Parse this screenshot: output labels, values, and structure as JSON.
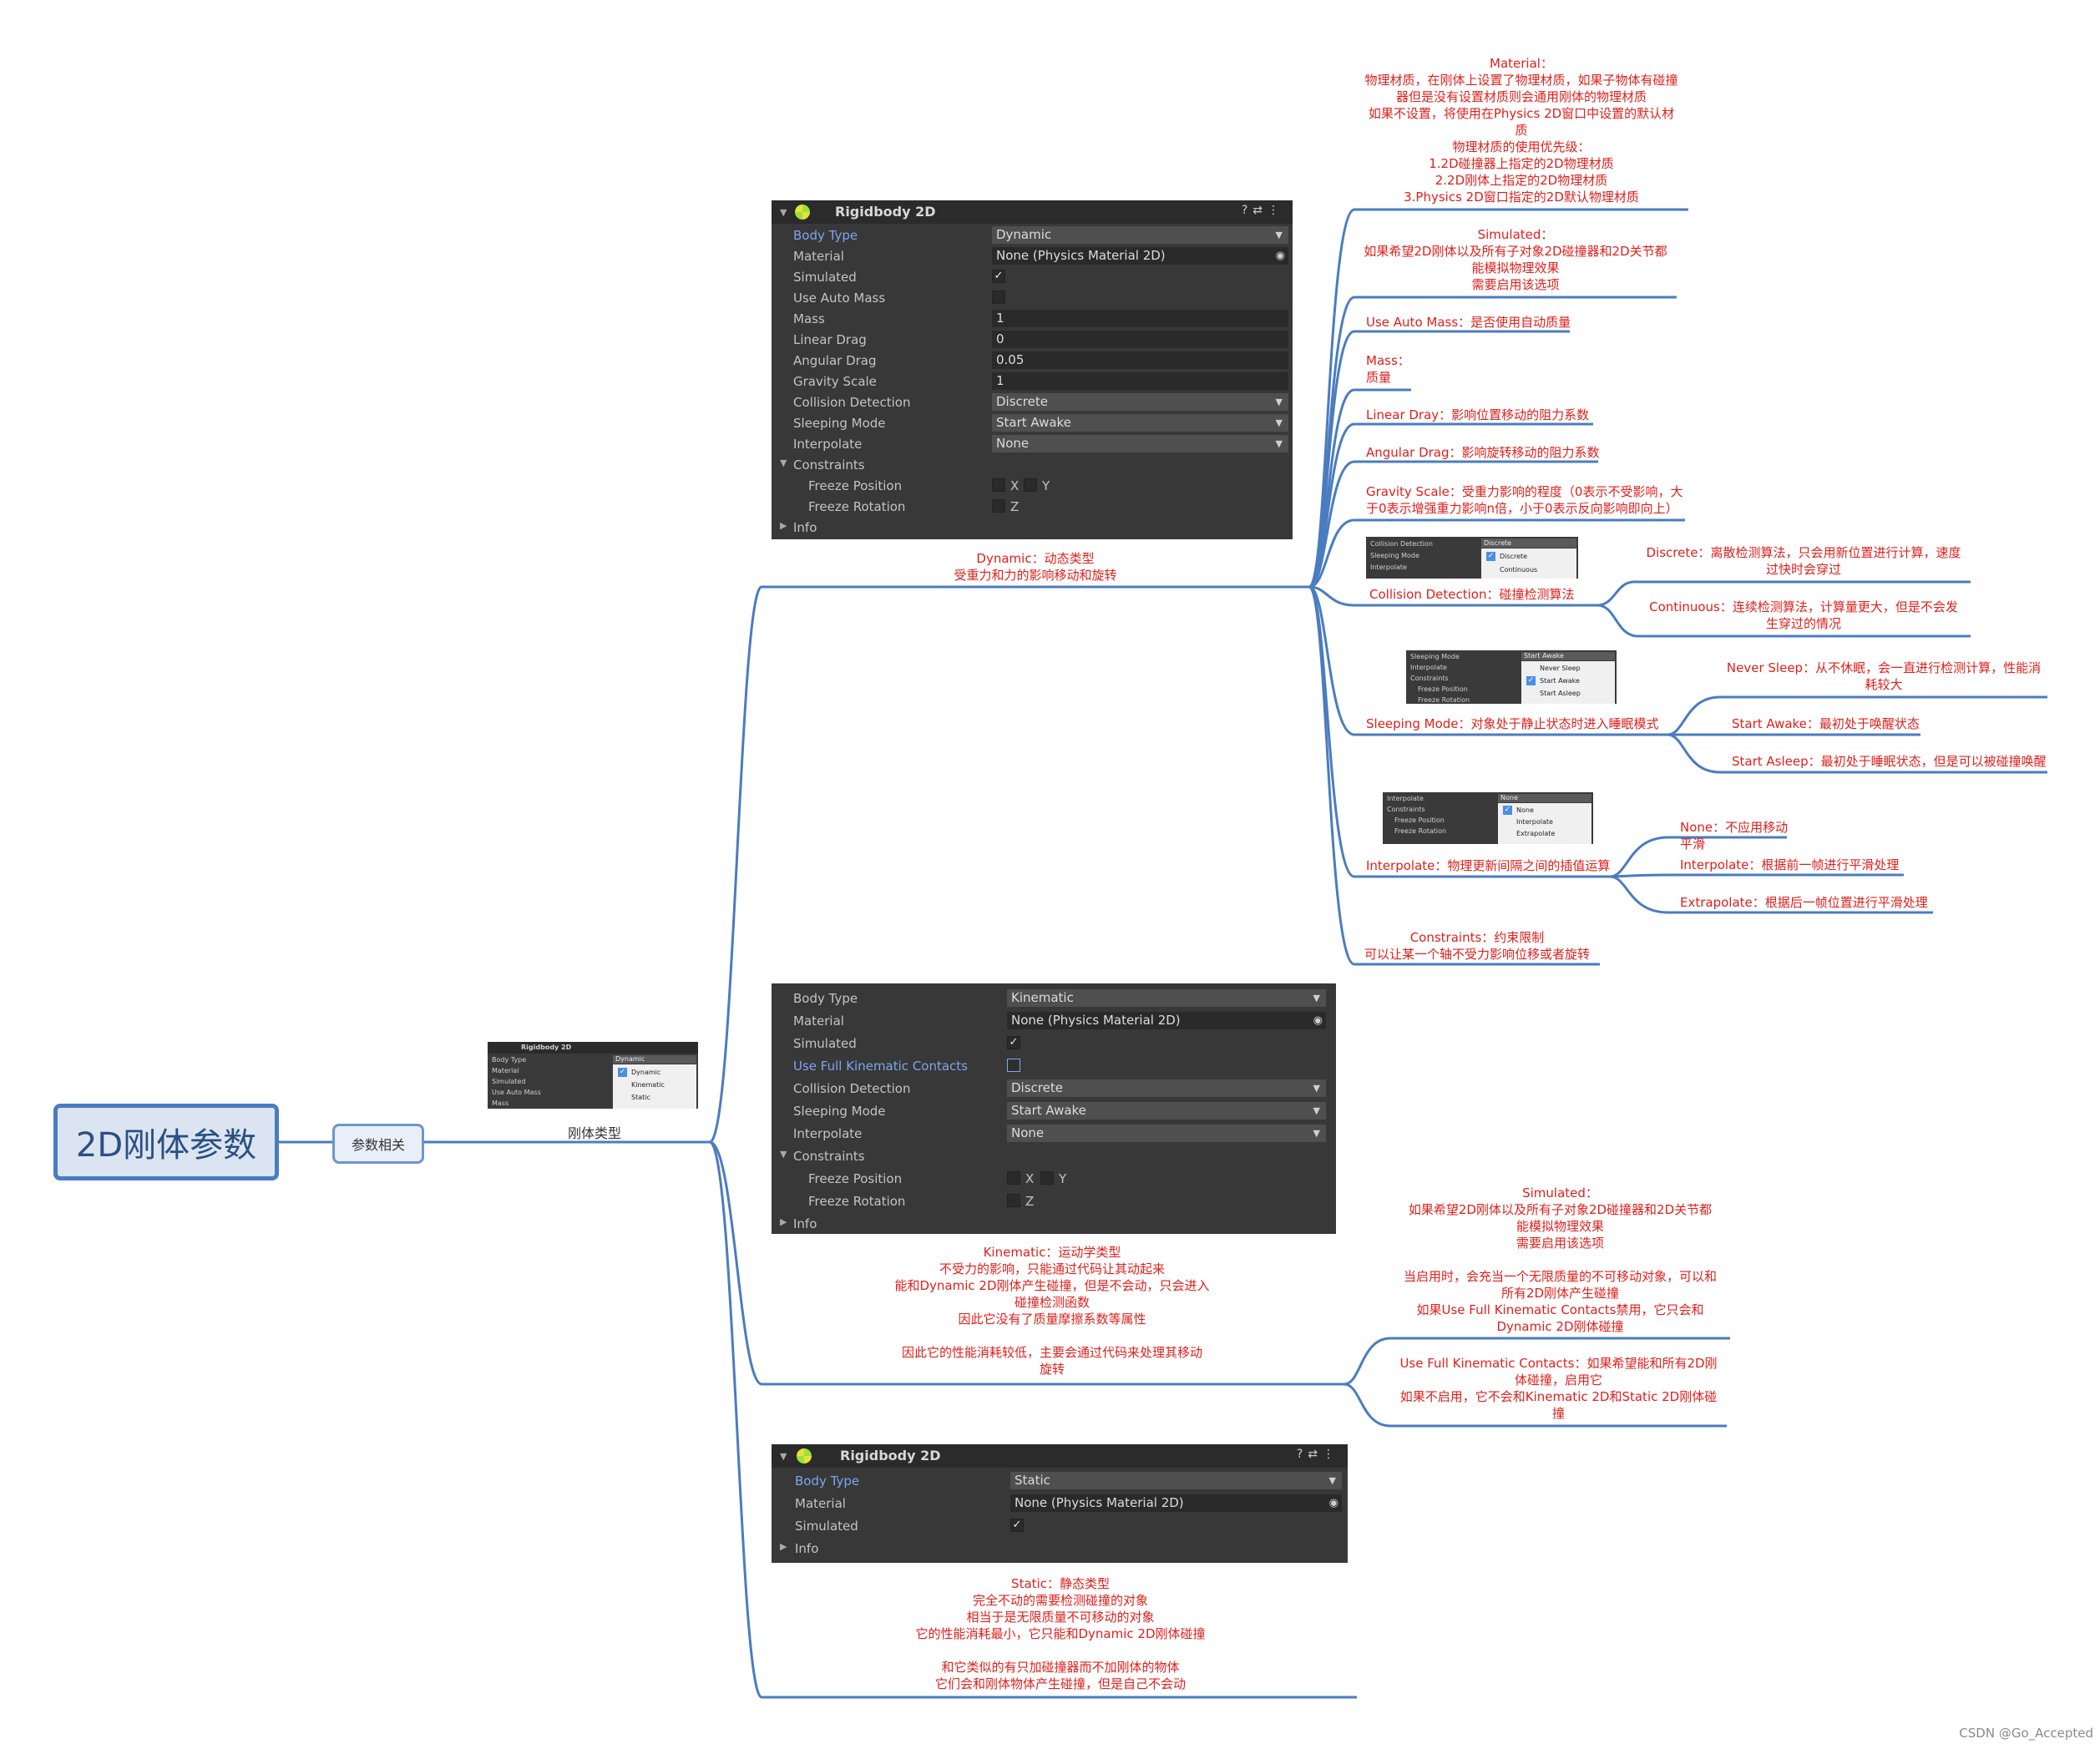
{
  "root": {
    "title": "2D刚体参数"
  },
  "sub": {
    "title": "参数相关"
  },
  "branch": {
    "label": "刚体类型"
  },
  "mini_main": {
    "title": "Rigidbody 2D",
    "rows": [
      "Body Type",
      "Material",
      "Simulated",
      "Use Auto Mass",
      "Mass"
    ],
    "selected": "Dynamic",
    "options": [
      "Dynamic",
      "Kinematic",
      "Static"
    ]
  },
  "dynamic_panel": {
    "title": "Rigidbody 2D",
    "rows": [
      {
        "key": "Body Type",
        "value": "Dynamic"
      },
      {
        "key": "Material",
        "value": "None (Physics Material 2D)"
      },
      {
        "key": "Simulated"
      },
      {
        "key": "Use Auto Mass"
      },
      {
        "key": "Mass",
        "value": "1"
      },
      {
        "key": "Linear Drag",
        "value": "0"
      },
      {
        "key": "Angular Drag",
        "value": "0.05"
      },
      {
        "key": "Gravity Scale",
        "value": "1"
      },
      {
        "key": "Collision Detection",
        "value": "Discrete"
      },
      {
        "key": "Sleeping Mode",
        "value": "Start Awake"
      },
      {
        "key": "Interpolate",
        "value": "None"
      },
      {
        "key": "Constraints"
      },
      {
        "key": "Freeze Position"
      },
      {
        "key": "Freeze Rotation"
      },
      {
        "key": "Info"
      }
    ],
    "axes": {
      "x": "X",
      "y": "Y",
      "z": "Z"
    }
  },
  "kinematic_panel": {
    "rows": [
      {
        "key": "Body Type",
        "value": "Kinematic"
      },
      {
        "key": "Material",
        "value": "None (Physics Material 2D)"
      },
      {
        "key": "Simulated"
      },
      {
        "key": "Use Full Kinematic Contacts"
      },
      {
        "key": "Collision Detection",
        "value": "Discrete"
      },
      {
        "key": "Sleeping Mode",
        "value": "Start Awake"
      },
      {
        "key": "Interpolate",
        "value": "None"
      },
      {
        "key": "Constraints"
      },
      {
        "key": "Freeze Position"
      },
      {
        "key": "Freeze Rotation"
      },
      {
        "key": "Info"
      }
    ],
    "axes": {
      "x": "X",
      "y": "Y",
      "z": "Z"
    }
  },
  "static_panel": {
    "title": "Rigidbody 2D",
    "rows": [
      {
        "key": "Body Type",
        "value": "Static"
      },
      {
        "key": "Material",
        "value": "None (Physics Material 2D)"
      },
      {
        "key": "Simulated"
      },
      {
        "key": "Info"
      }
    ]
  },
  "notes": {
    "dynamic": "Dynamic：动态类型\n受重力和力的影响移动和旋转",
    "kinematic": "Kinematic：运动学类型\n不受力的影响，只能通过代码让其动起来\n能和Dynamic 2D刚体产生碰撞，但是不会动，只会进入\n碰撞检测函数\n因此它没有了质量摩擦系数等属性\n\n因此它的性能消耗较低，主要会通过代码来处理其移动\n旋转",
    "static": "Static：静态类型\n完全不动的需要检测碰撞的对象\n相当于是无限质量不可移动的对象\n它的性能消耗最小，它只能和Dynamic 2D刚体碰撞\n\n和它类似的有只加碰撞器而不加刚体的物体\n它们会和刚体物体产生碰撞，但是自己不会动",
    "material": "Material：\n物理材质，在刚体上设置了物理材质，如果子物体有碰撞\n器但是没有设置材质则会通用刚体的物理材质\n如果不设置，将使用在Physics 2D窗口中设置的默认材\n质\n物理材质的使用优先级：\n1.2D碰撞器上指定的2D物理材质\n2.2D刚体上指定的2D物理材质\n3.Physics 2D窗口指定的2D默认物理材质",
    "simulated": "Simulated：\n如果希望2D刚体以及所有子对象2D碰撞器和2D关节都\n能模拟物理效果\n需要启用该选项",
    "use_auto_mass": "Use Auto Mass：是否使用自动质量",
    "mass": "Mass：\n质量",
    "linear_drag": "Linear Dray：影响位置移动的阻力系数",
    "angular_drag": "Angular Drag：影响旋转移动的阻力系数",
    "gravity_scale": "Gravity Scale：受重力影响的程度（0表示不受影响，大\n于0表示增强重力影响n倍，小于0表示反向影响即向上）",
    "collision_detection": "Collision Detection：碰撞检测算法",
    "discrete": "Discrete：离散检测算法，只会用新位置进行计算，速度\n过快时会穿过",
    "continuous": "Continuous：连续检测算法，计算量更大，但是不会发\n生穿过的情况",
    "sleeping_mode": "Sleeping Mode：对象处于静止状态时进入睡眠模式",
    "never_sleep": "Never Sleep：从不休眠，会一直进行检测计算，性能消\n耗较大",
    "start_awake": "Start Awake：最初处于唤醒状态",
    "start_asleep": "Start Asleep：最初处于睡眠状态，但是可以被碰撞唤醒",
    "interpolate": "Interpolate：物理更新间隔之间的插值运算",
    "none": "None：不应用移动平滑",
    "interp": "Interpolate：根据前一帧进行平滑处理",
    "extrap": "Extrapolate：根据后一帧位置进行平滑处理",
    "constraints": "Constraints：约束限制\n可以让某一个轴不受力影响位移或者旋转",
    "simulated_k": "Simulated：\n如果希望2D刚体以及所有子对象2D碰撞器和2D关节都\n能模拟物理效果\n需要启用该选项\n\n当启用时，会充当一个无限质量的不可移动对象，可以和\n所有2D刚体产生碰撞\n如果Use Full Kinematic Contacts禁用，它只会和\nDynamic 2D刚体碰撞",
    "full_kinematic": "Use Full Kinematic Contacts：如果希望能和所有2D刚\n体碰撞，启用它\n如果不启用，它不会和Kinematic 2D和Static 2D刚体碰\n撞"
  },
  "mini_collision": {
    "rows": [
      "Collision Detection",
      "Sleeping Mode",
      "Interpolate"
    ],
    "selected": "Discrete",
    "options": [
      "Discrete",
      "Continuous"
    ]
  },
  "mini_sleep": {
    "rows": [
      "Sleeping Mode",
      "Interpolate",
      "Constraints",
      "Freeze Position",
      "Freeze Rotation"
    ],
    "selected": "Start Awake",
    "options": [
      "Never Sleep",
      "Start Awake",
      "Start Asleep"
    ]
  },
  "mini_interp": {
    "rows": [
      "Interpolate",
      "Constraints",
      "Freeze Position",
      "Freeze Rotation"
    ],
    "selected": "None",
    "options": [
      "None",
      "Interpolate",
      "Extrapolate"
    ]
  },
  "watermark": "CSDN @Go_Accepted",
  "colors": {
    "line": "#4a7cc0",
    "note": "#e0201c",
    "panel": "#383838",
    "root_fill": "#dbe5f2"
  }
}
